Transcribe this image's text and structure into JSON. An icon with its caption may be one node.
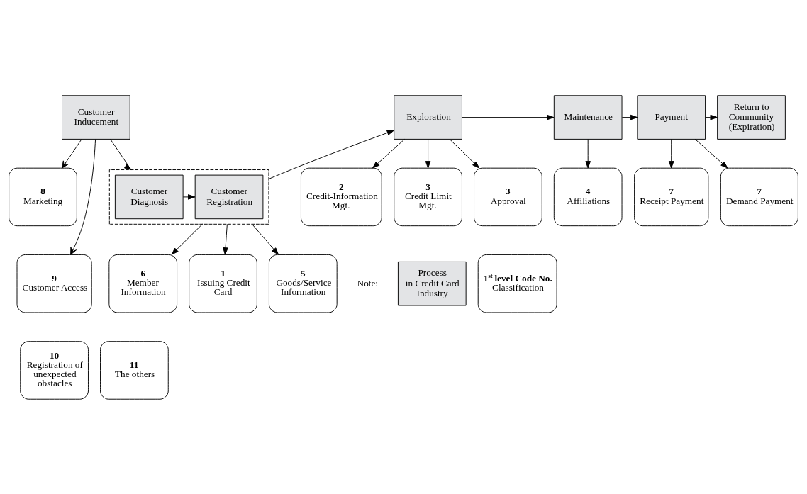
{
  "diagram": {
    "nodes": [
      {
        "text": [
          "Customer Inducement"
        ]
      },
      {
        "text": [],
        "shape": "box"
      },
      {
        "text": [
          "Customer Diagnosis"
        ],
        "in": 1
      },
      {
        "text": [
          "Customer Registration"
        ],
        "in": 1
      },
      {
        "text": [
          "Exploration"
        ]
      },
      {
        "text": [
          "Maintenance"
        ]
      },
      {
        "text": [
          "Payment"
        ]
      },
      {
        "text": [
          "Return to Community",
          "(Expiration)"
        ]
      },
      {
        "text": [
          "1",
          "Issuing Credit Card"
        ]
      },
      {
        "text": [
          "5",
          "Goods/Service Information"
        ]
      },
      {
        "text": [
          "6",
          "Member Information"
        ]
      },
      {
        "text": [
          "4",
          "Affiliations"
        ]
      },
      {
        "text": [
          "8",
          "Marketing"
        ]
      },
      {
        "text": [
          "9",
          "Customer Access"
        ]
      },
      {
        "text": [
          "10",
          "Registration of unexpected obstacles"
        ]
      },
      {
        "text": [
          "11",
          "The others"
        ]
      },
      {
        "text": [
          "2",
          "Credit-Information Mgt."
        ]
      },
      {
        "text": [
          "3",
          "Credit Limit Mgt."
        ]
      },
      {
        "text": [
          "3",
          "Approval"
        ]
      },
      {
        "text": [
          "7",
          "Demand Payment"
        ]
      },
      {
        "text": [
          "7",
          "Receipt Payment"
        ]
      },
      {
        "text": [
          "Process",
          "in Credit Card Industry"
        ]
      },
      {
        "text": [
          "1$^{st}$ level Code No.",
          "Classification"
        ]
      }
    ],
    "edges": [
      {
        "from": 0,
        "to": 1,
        "arrow": "to"
      },
      {
        "from": 2,
        "to": 3,
        "arrow": "to"
      },
      {
        "from": 1,
        "to": 4,
        "arrow": "to"
      },
      {
        "from": 4,
        "to": 5,
        "arrow": "to"
      },
      {
        "from": 5,
        "to": 6,
        "arrow": "to"
      },
      {
        "from": 6,
        "to": 7,
        "arrow": "to"
      },
      {
        "from": 1,
        "to": 8,
        "arrow": "to"
      },
      {
        "from": 1,
        "to": 9,
        "arrow": "to"
      },
      {
        "from": 1,
        "to": 10,
        "arrow": "to"
      },
      {
        "from": 5,
        "to": 11,
        "arrow": "to"
      },
      {
        "from": 0,
        "to": 12,
        "arrow": "to"
      },
      {
        "from": 0,
        "to": 13,
        "arrow": "to"
      },
      {
        "from": 4,
        "to": 16,
        "arrow": "to"
      },
      {
        "from": 4,
        "to": 17,
        "arrow": "to"
      },
      {
        "from": 4,
        "to": 18,
        "arrow": "to"
      },
      {
        "from": 6,
        "to": 19,
        "arrow": "to"
      },
      {
        "from": 6,
        "to": 20,
        "arrow": "to"
      }
    ],
    "labels": [
      "Note:"
    ]
  }
}
